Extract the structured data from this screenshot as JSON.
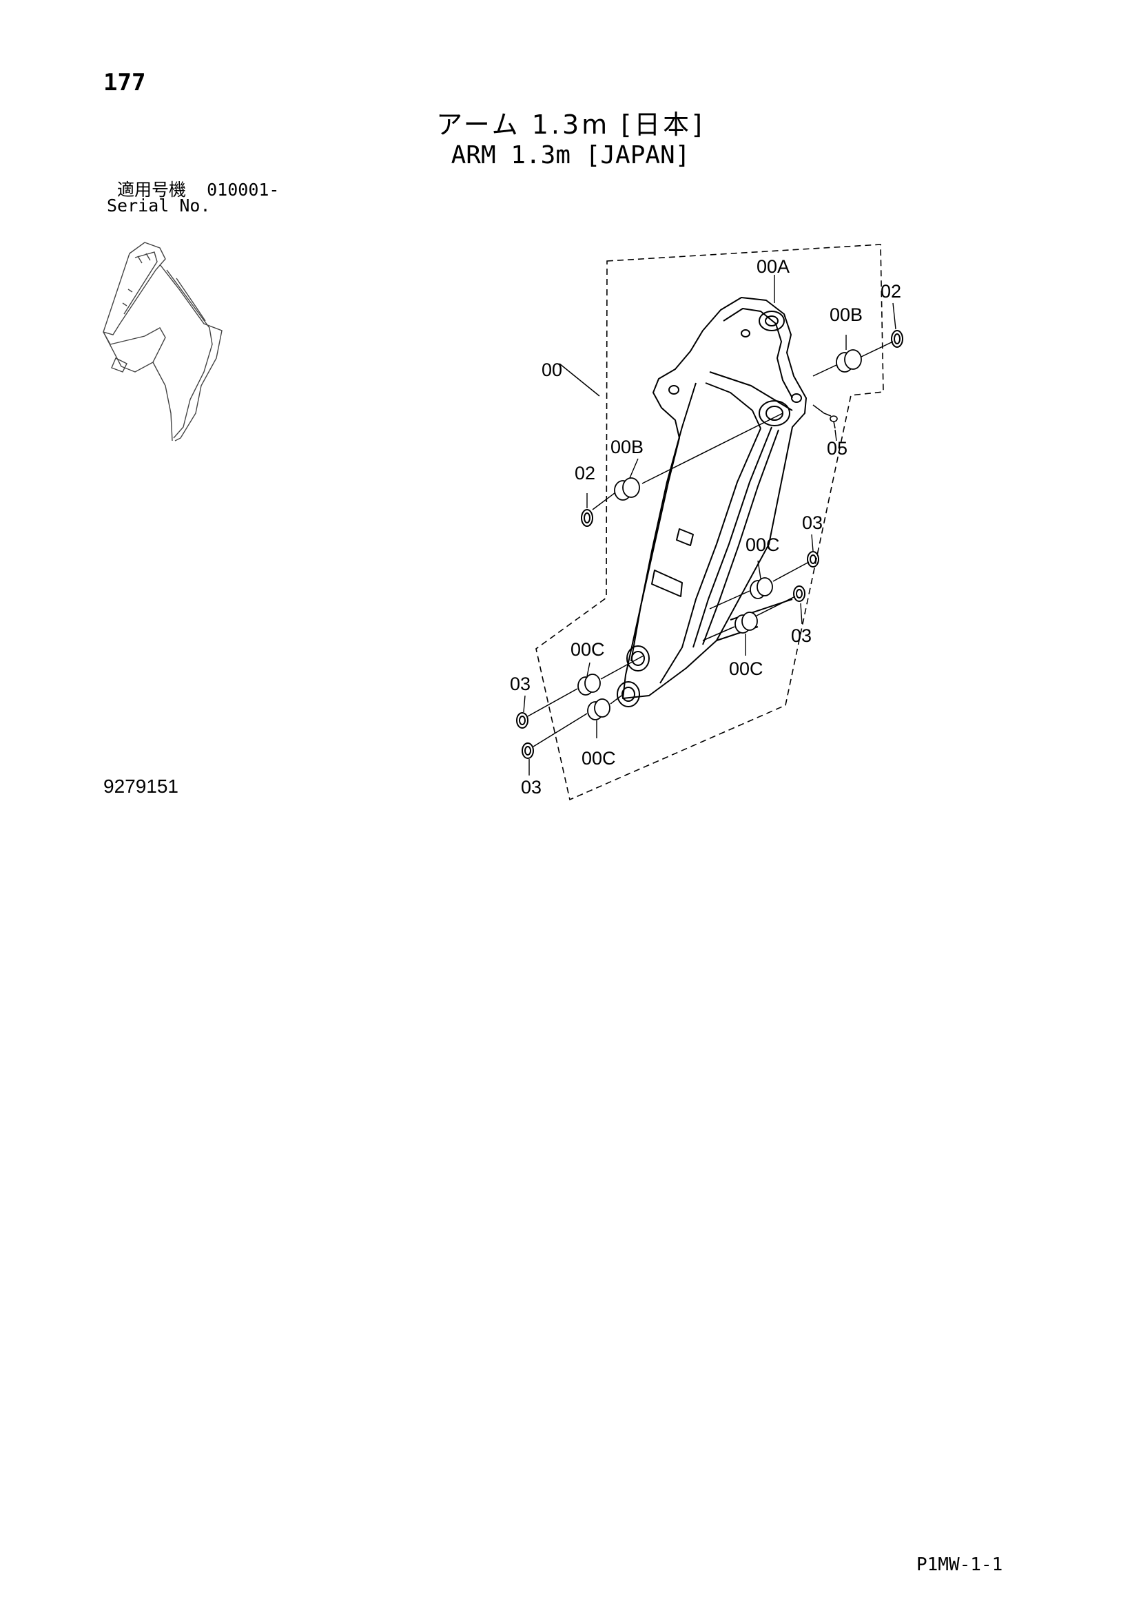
{
  "header": {
    "page_number": "177",
    "title_jp": "アーム 1.3m [日本]",
    "title_en": "ARM 1.3m [JAPAN]",
    "serial_label_jp": "適用号機",
    "serial_range": "010001-",
    "serial_label_en": "Serial No."
  },
  "callouts": {
    "arm": "00",
    "arm_upper_boss": "00A",
    "bushing_top_right": "00B",
    "bushing_left": "00B",
    "bushing_mid_upper": "00C",
    "bushing_mid_lower": "00C",
    "bushing_bottom_upper": "00C",
    "bushing_bottom_lower": "00C",
    "ring_top_right": "02",
    "ring_left": "02",
    "ring_mid_upper": "03",
    "ring_mid_lower": "03",
    "ring_bottom_upper": "03",
    "ring_bottom_lower": "03",
    "grease_fitting": "05"
  },
  "footer": {
    "drawing_id": "9279151",
    "page_code": "P1MW-1-1"
  }
}
